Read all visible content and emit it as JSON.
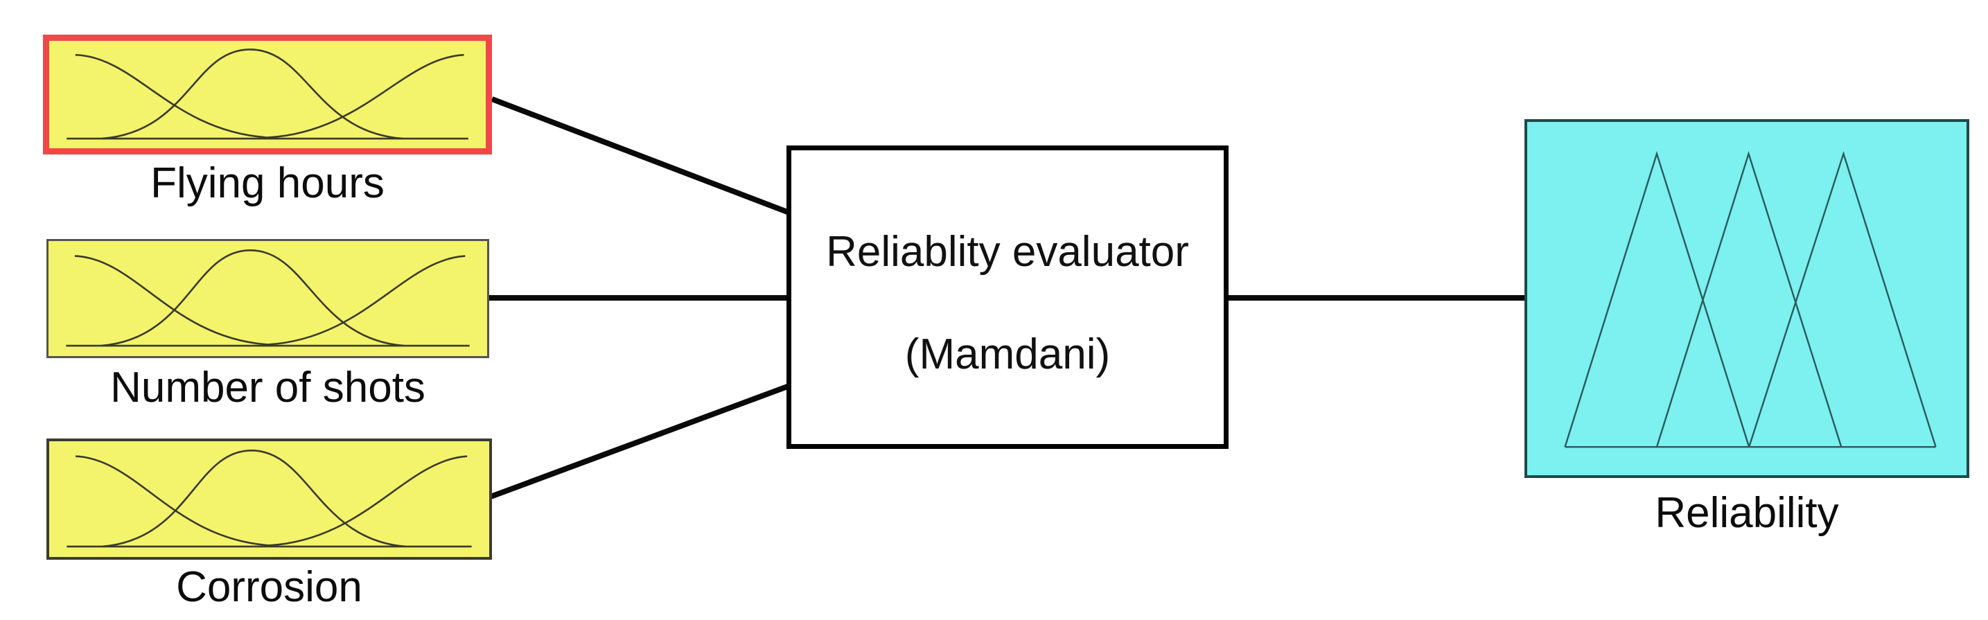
{
  "diagram": {
    "type": "fuzzy-inference-system-block-diagram",
    "inputs": [
      {
        "id": "flying_hours",
        "label": "Flying hours",
        "highlighted": true,
        "icon": "gaussian-membership-curves"
      },
      {
        "id": "number_of_shots",
        "label": "Number of shots",
        "highlighted": false,
        "icon": "gaussian-membership-curves"
      },
      {
        "id": "corrosion",
        "label": "Corrosion",
        "highlighted": false,
        "icon": "gaussian-membership-curves"
      }
    ],
    "processor": {
      "id": "reliability_evaluator",
      "line1": "Reliablity evaluator",
      "line2": "(Mamdani)"
    },
    "output": {
      "id": "reliability",
      "label": "Reliability",
      "icon": "triangular-membership-curves"
    },
    "colors": {
      "input_fill": "#F4F46C",
      "highlight_border": "#F04848",
      "output_fill": "#7DF0F0",
      "connector": "#0a0a0a",
      "background": "#ffffff"
    }
  }
}
